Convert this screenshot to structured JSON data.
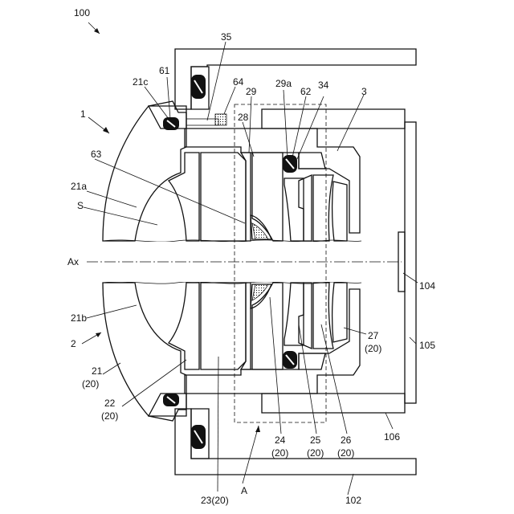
{
  "labels": {
    "l100": "100",
    "l1": "1",
    "l2": "2",
    "l3": "3",
    "l21c": "21c",
    "l61": "61",
    "l35": "35",
    "l64": "64",
    "l29": "29",
    "l29a": "29a",
    "l62": "62",
    "l34": "34",
    "l28": "28",
    "l63": "63",
    "l21a": "21a",
    "lS": "S",
    "lAx": "Ax",
    "l104": "104",
    "l21b": "21b",
    "l27": "27",
    "l27s": "(20)",
    "l105": "105",
    "l21": "21",
    "l21s": "(20)",
    "l22": "22",
    "l22s": "(20)",
    "l24": "24",
    "l24s": "(20)",
    "l25": "25",
    "l25s": "(20)",
    "l26": "26",
    "l26s": "(20)",
    "l106": "106",
    "l23": "23(20)",
    "lA": "A",
    "l102": "102"
  },
  "colors": {
    "line": "#111111",
    "background": "#ffffff"
  }
}
